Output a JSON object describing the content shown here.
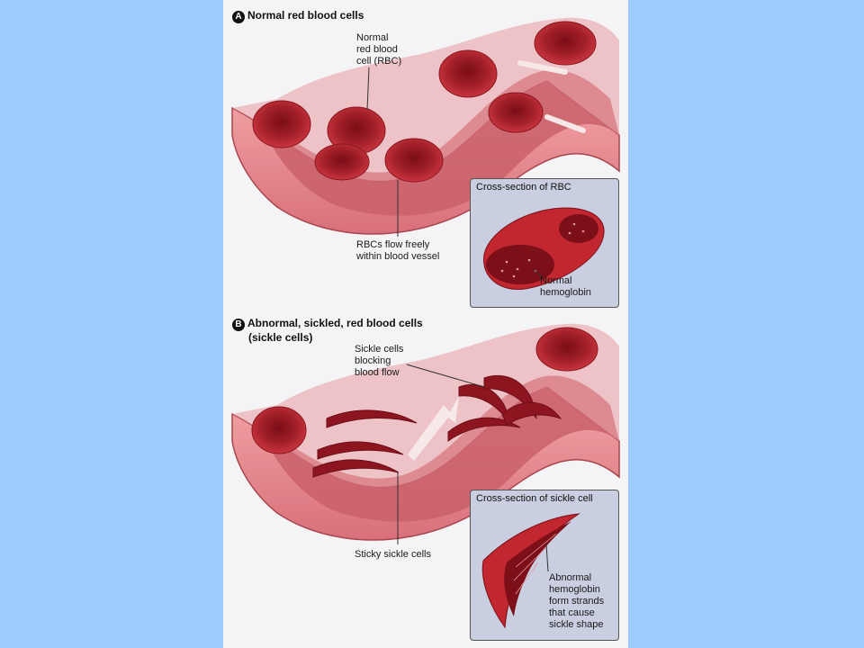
{
  "sections": {
    "a": {
      "badge": "A",
      "title": "Normal red blood cells",
      "label_rbc": [
        "Normal",
        "red blood",
        "cell (RBC)"
      ],
      "label_flow": [
        "RBCs flow freely",
        "within blood vessel"
      ],
      "inset_title": "Cross-section of RBC",
      "label_hemoglobin": [
        "Normal",
        "hemoglobin"
      ]
    },
    "b": {
      "badge": "B",
      "title": [
        "Abnormal, sickled, red blood cells",
        "(sickle cells)"
      ],
      "label_blocking": [
        "Sickle cells",
        "blocking",
        "blood flow"
      ],
      "label_sticky": "Sticky sickle cells",
      "inset_title": "Cross-section of sickle cell",
      "label_abnormal": [
        "Abnormal",
        "hemoglobin",
        "form strands",
        "that cause",
        "sickle shape"
      ]
    }
  },
  "colors": {
    "background": "#9ecbff",
    "panel": "#f4f4f6",
    "vessel": "#e9898c",
    "vessel_inner": "#c95a63",
    "cell": "#b01f2a",
    "inset": "#c9cee0"
  }
}
